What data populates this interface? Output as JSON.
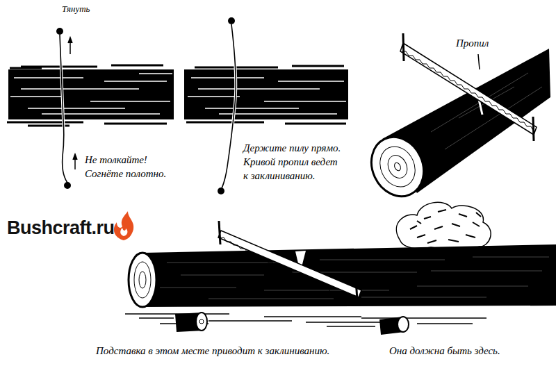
{
  "diagram": {
    "labels": [
      "Тянуть",
      "Не толкайте! Согнёте полотно.",
      "Держите пилу прямо. Кривой пропил ведет к заклиниванию.",
      "Пропил",
      "Bushcraft.ru",
      "Подставка в этом месте приводит к заклиниванию.",
      "Она должна быть здесь."
    ]
  }
}
